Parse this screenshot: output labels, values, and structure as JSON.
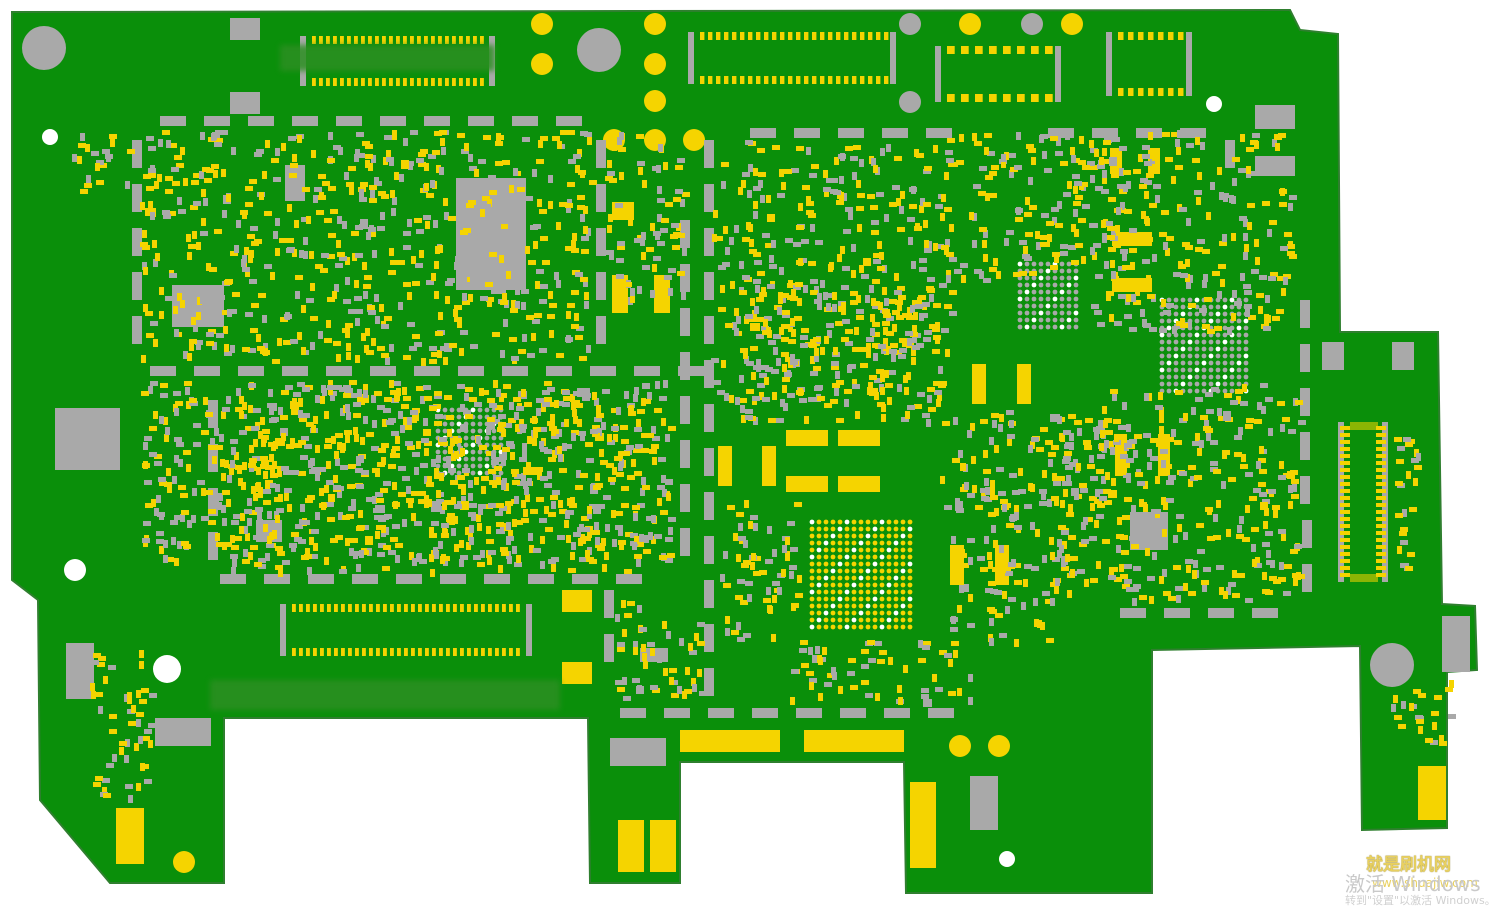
{
  "board": {
    "colors": {
      "substrate": "#0a8f0a",
      "pad_yellow": "#f5d400",
      "pad_gray": "#a9a9a9",
      "hole_white": "#ffffff",
      "outline": "#2f7f2f"
    },
    "component": "PCB component layout"
  },
  "watermark": {
    "site_name": "就是刷机网",
    "site_url": "www.shuajiw.com",
    "windows_line1": "激活 Windows",
    "windows_line2": "转到\"设置\"以激活 Windows。"
  }
}
